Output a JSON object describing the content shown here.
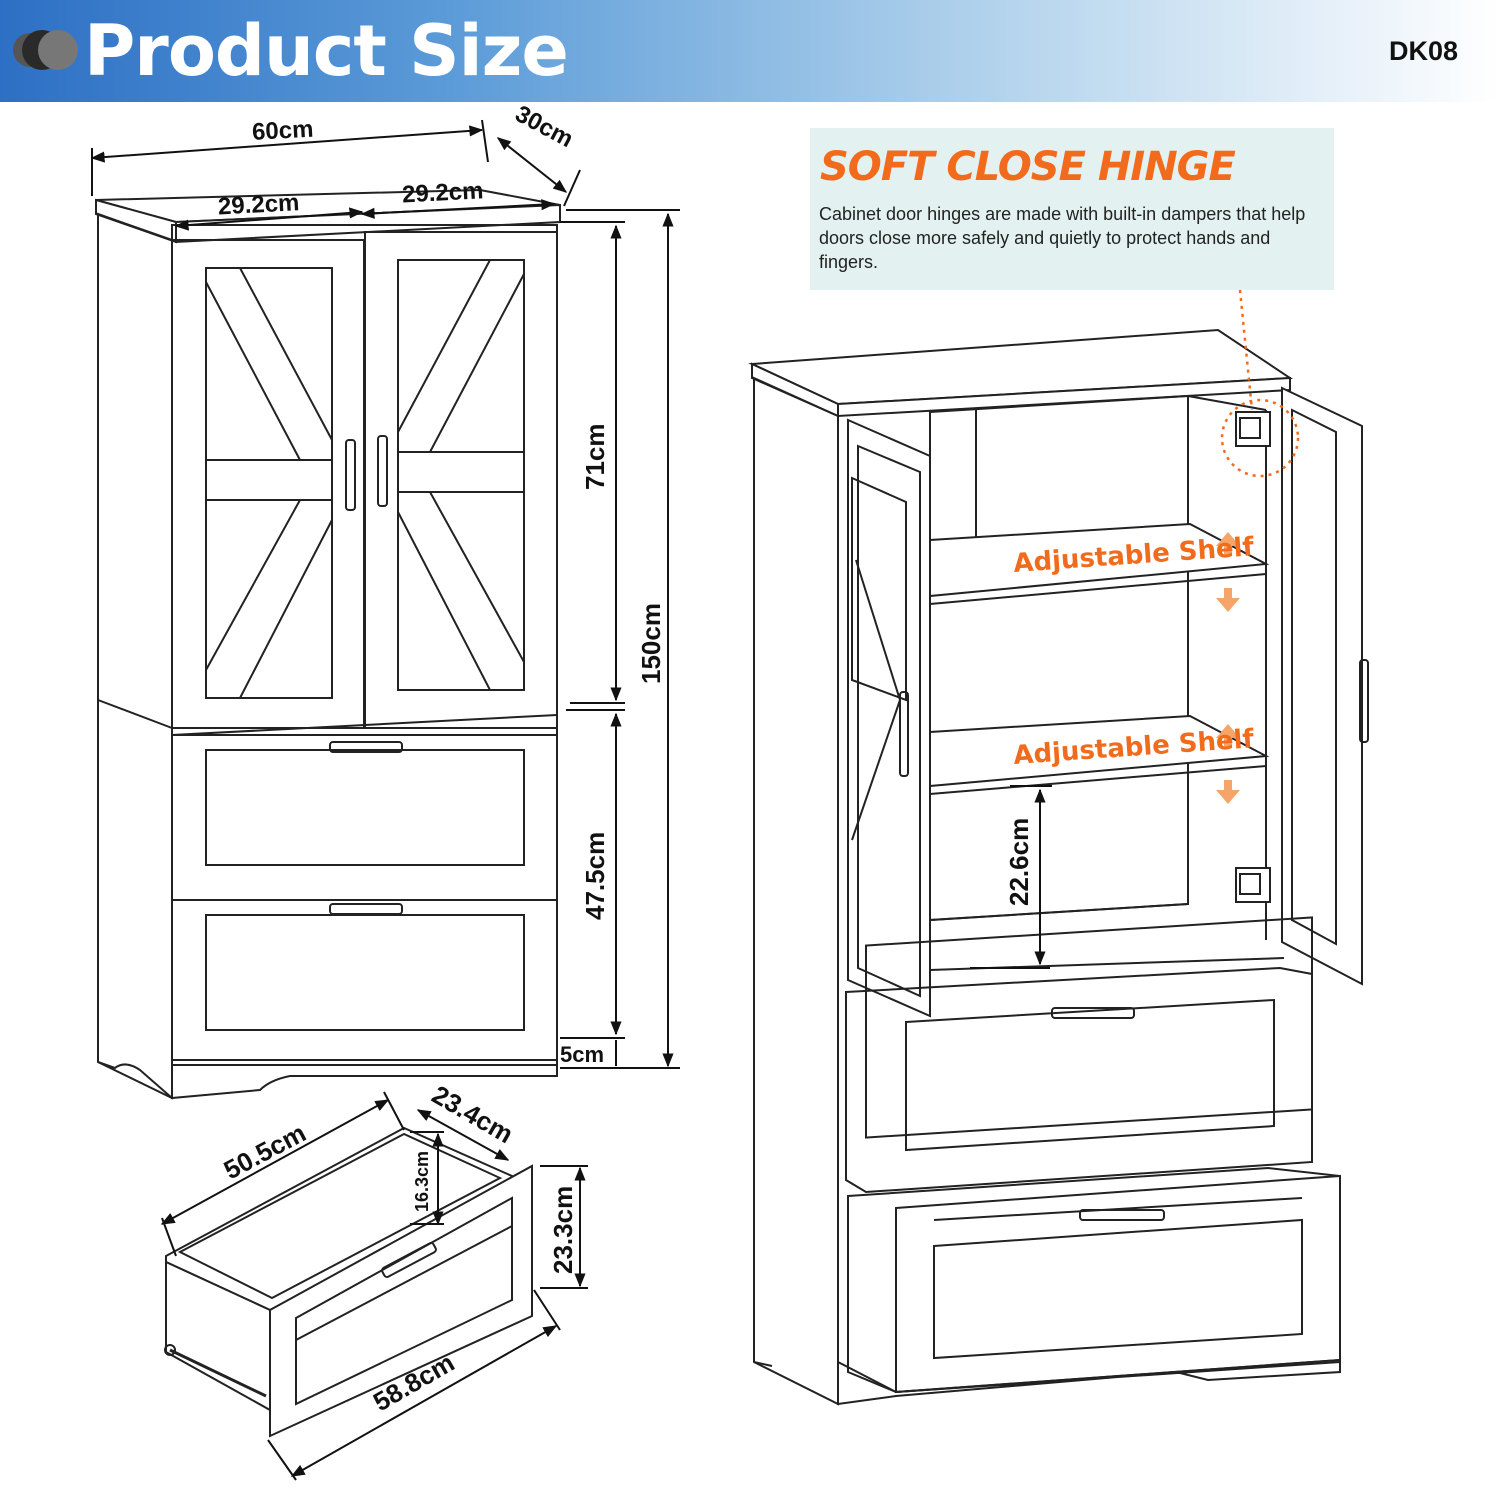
{
  "header": {
    "title": "Product Size",
    "model": "DK08"
  },
  "callout": {
    "title": "SOFT CLOSE HINGE",
    "text": "Cabinet door hinges are made with built-in dampers that help doors close more safely and quietly to protect hands and fingers."
  },
  "shelf_label": "Adjustable Shelf",
  "dimensions": {
    "total_width": "60cm",
    "depth": "30cm",
    "door_width_left": "29.2cm",
    "door_width_right": "29.2cm",
    "upper_height": "71cm",
    "total_height": "150cm",
    "lower_height": "47.5cm",
    "base_height": "5cm",
    "shelf_gap": "22.6cm"
  },
  "drawer": {
    "width": "50.5cm",
    "depth": "23.4cm",
    "inner_height": "16.3cm",
    "height": "23.3cm",
    "length": "58.8cm"
  },
  "colors": {
    "accent": "#f26a1b",
    "banner_start": "#2d6fc4",
    "callout_bg": "#e3f1f1"
  }
}
